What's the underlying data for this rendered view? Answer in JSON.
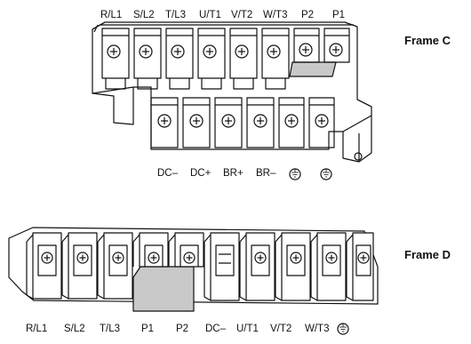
{
  "frame_c": {
    "title": "Frame C",
    "top_labels": [
      "R/L1",
      "S/L2",
      "T/L3",
      "U/T1",
      "V/T2",
      "W/T3",
      "P2",
      "P1"
    ],
    "bottom_labels": [
      "DC–",
      "DC+",
      "BR+",
      "BR–"
    ],
    "ground_icon": "ground-symbol"
  },
  "frame_d": {
    "title": "Frame D",
    "labels": [
      "R/L1",
      "S/L2",
      "T/L3",
      "P1",
      "P2",
      "DC–",
      "U/T1",
      "V/T2",
      "W/T3"
    ],
    "ground_icon": "ground-symbol"
  },
  "colors": {
    "line": "#111111",
    "jumper": "#c9c9c9",
    "background": "#ffffff"
  }
}
